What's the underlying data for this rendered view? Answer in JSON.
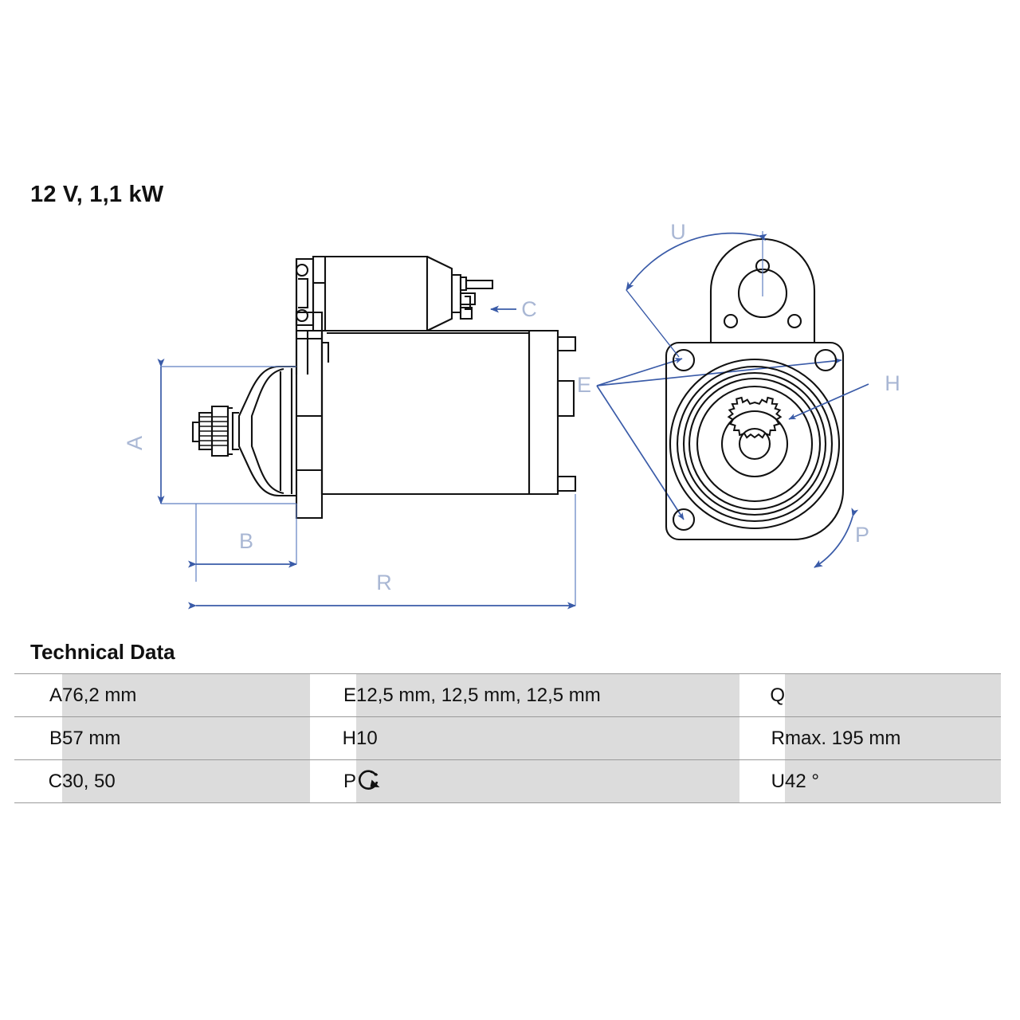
{
  "title": "12 V, 1,1 kW",
  "technical_data": {
    "heading": "Technical Data",
    "rows": [
      {
        "c1_label": "A",
        "c1_value": "76,2 mm",
        "c2_label": "E",
        "c2_value": "12,5 mm, 12,5 mm, 12,5 mm",
        "c3_label": "Q",
        "c3_value": ""
      },
      {
        "c1_label": "B",
        "c1_value": "57 mm",
        "c2_label": "H",
        "c2_value": "10",
        "c3_label": "R",
        "c3_value": "max. 195 mm"
      },
      {
        "c1_label": "C",
        "c1_value": "30, 50",
        "c2_label": "P",
        "c2_value": "",
        "c3_label": "U",
        "c3_value": "42 °"
      }
    ],
    "p_icon": "rotation-clockwise-icon"
  },
  "drawing": {
    "side_view": {
      "name": "starter-motor-side-view",
      "dimension_labels": [
        {
          "id": "A",
          "text": "A",
          "orientation": "vertical"
        },
        {
          "id": "B",
          "text": "B",
          "orientation": "horizontal"
        },
        {
          "id": "R",
          "text": "R",
          "orientation": "horizontal"
        },
        {
          "id": "C",
          "text": "C",
          "orientation": "arrow-left"
        },
        {
          "id": "E",
          "text": "E",
          "orientation": "leader"
        }
      ]
    },
    "end_view": {
      "name": "starter-motor-end-view",
      "dimension_labels": [
        {
          "id": "U",
          "text": "U",
          "orientation": "arc"
        },
        {
          "id": "H",
          "text": "H",
          "orientation": "leader"
        },
        {
          "id": "P",
          "text": "P",
          "orientation": "arc"
        }
      ],
      "pinion_teeth": 10,
      "mounting_holes": 3
    },
    "colors": {
      "line": "#111111",
      "dimension": "#3a5ba8",
      "dimension_label": "#a9b7d4"
    }
  }
}
